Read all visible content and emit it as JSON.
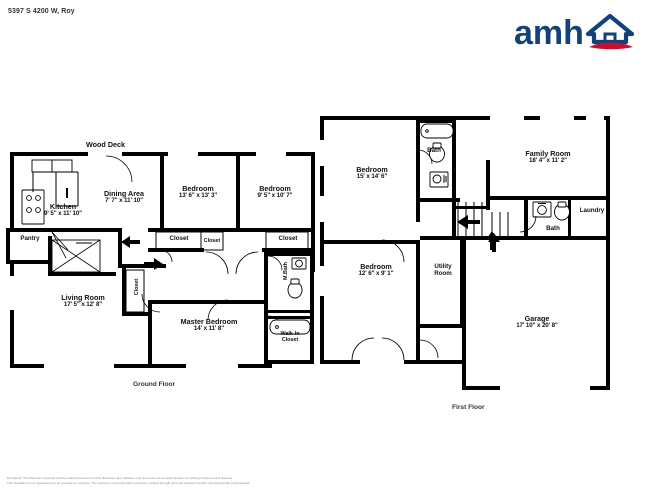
{
  "header": {
    "address": "5397 S 4200 W, Roy",
    "logo_text": "amh",
    "logo_name": "amh-logo",
    "brand_navy": "#13427a",
    "brand_red": "#c8102e"
  },
  "floors": [
    {
      "id": "ground",
      "label": "Ground Floor"
    },
    {
      "id": "first",
      "label": "First Floor"
    }
  ],
  "ground_floor": {
    "label": "Ground Floor",
    "exterior_label": "Wood Deck",
    "rooms": [
      {
        "name": "Kitchen",
        "dimensions": "9' 5\" x 11' 10\""
      },
      {
        "name": "Dining Area",
        "dimensions": "7' 7\" x 11' 10\""
      },
      {
        "name": "Pantry",
        "dimensions": ""
      },
      {
        "name": "Living Room",
        "dimensions": "17' 5\" x 12' 8\""
      },
      {
        "name": "Bedroom",
        "dimensions": "13' 6\" x 13' 3\""
      },
      {
        "name": "Bedroom",
        "dimensions": "9' 5\" x 10' 7\""
      },
      {
        "name": "Closet",
        "dimensions": ""
      },
      {
        "name": "Closet",
        "dimensions": ""
      },
      {
        "name": "Closet",
        "dimensions": ""
      },
      {
        "name": "Closet",
        "dimensions": ""
      },
      {
        "name": "Master Bedroom",
        "dimensions": "14' x 11' 8\""
      },
      {
        "name": "M.Bath",
        "dimensions": ""
      },
      {
        "name": "Walk-In Closet",
        "dimensions": ""
      }
    ]
  },
  "first_floor": {
    "label": "First Floor",
    "rooms": [
      {
        "name": "Bedroom",
        "dimensions": "15' x 14' 6\""
      },
      {
        "name": "Bath",
        "dimensions": ""
      },
      {
        "name": "Family Room",
        "dimensions": "18' 4\" x 11' 2\""
      },
      {
        "name": "Laundry",
        "dimensions": ""
      },
      {
        "name": "Bath",
        "dimensions": ""
      },
      {
        "name": "Bedroom",
        "dimensions": "12' 6\" x 9' 1\""
      },
      {
        "name": "Utility Room",
        "dimensions": ""
      },
      {
        "name": "Garage",
        "dimensions": "17' 10\" x 20' 8\""
      }
    ]
  },
  "labels": {
    "wood_deck": "Wood Deck",
    "kitchen": "Kitchen",
    "kitchen_dim": "9' 5\" x 11' 10\"",
    "dining": "Dining Area",
    "dining_dim": "7' 7\" x 11' 10\"",
    "pantry": "Pantry",
    "living": "Living Room",
    "living_dim": "17' 5\" x 12' 8\"",
    "bed1": "Bedroom",
    "bed1_dim": "13' 6\" x 13' 3\"",
    "bed2": "Bedroom",
    "bed2_dim": "9' 5\" x 10' 7\"",
    "closet": "Closet",
    "closet2": "Closet",
    "closet3": "Closet",
    "closet_vert": "Closet",
    "master": "Master Bedroom",
    "master_dim": "14' x 11' 8\"",
    "mbath": "M.Bath",
    "walkin": "Walk-In",
    "walkin2": "Closet",
    "ground_floor": "Ground Floor",
    "ff_bed1": "Bedroom",
    "ff_bed1_dim": "15' x 14' 6\"",
    "ff_bath1": "Bath",
    "ff_family": "Family Room",
    "ff_family_dim": "18' 4\" x 11' 2\"",
    "ff_laundry": "Laundry",
    "ff_bath2": "Bath",
    "ff_bed2": "Bedroom",
    "ff_bed2_dim": "12' 6\" x 9' 1\"",
    "ff_utility": "Utility",
    "ff_utility2": "Room",
    "ff_garage": "Garage",
    "ff_garage_dim": "17' 10\" x 20' 8\"",
    "first_floor": "First Floor"
  },
  "footer": {
    "disclaimer_line1": "Disclaimer: The floorplans depicted and the stated dimensions in this illustration are indicative only and serve as an approximation of existing structures and features.",
    "disclaimer_line2": "This illustration is not guaranteed to be accurate or complete. The accuracy of all information should be verified through personal inspection and/or with appropriate professionals."
  }
}
